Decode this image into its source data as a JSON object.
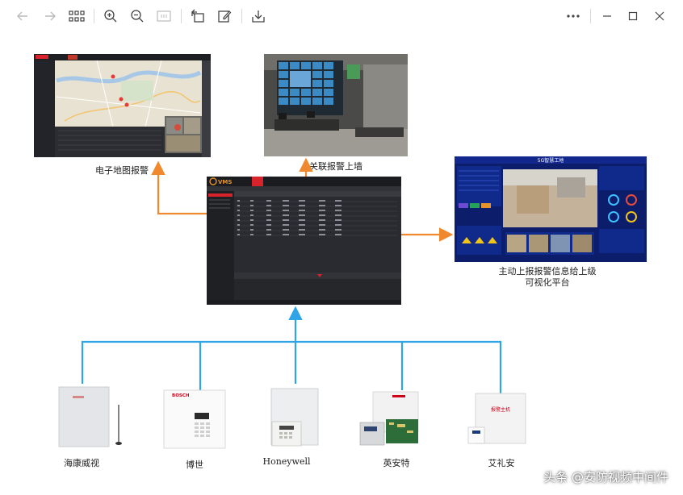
{
  "captions": {
    "map_alarm": "电子地图报警",
    "wall_alarm": "关联报警上墙",
    "report": "主动上报报警信息给上级",
    "report_line2": "可视化平台",
    "dev_hikvision": "海康威视",
    "dev_bosch": "博世",
    "dev_honeywell": "Honeywell",
    "dev_ademco": "英安特",
    "dev_aj": "艾礼安"
  },
  "brand": {
    "bosch": "BOSCH",
    "vms": "VMS",
    "fiveg": "5G智慧工地",
    "alarm_panel": "报警主机"
  },
  "watermark": "头条 @安防视频中间件",
  "colors": {
    "arrow_orange": "#F0892E",
    "line_blue": "#2FA4E7",
    "vms_red": "#D8232A",
    "dashboard_blue": "#0B1D6B"
  },
  "icons": [
    "back-arrow-icon",
    "forward-arrow-icon",
    "grid-view-icon",
    "zoom-in-icon",
    "zoom-out-icon",
    "fit-screen-icon",
    "rotate-icon",
    "edit-icon",
    "download-icon",
    "more-icon",
    "minimize-icon",
    "maximize-icon",
    "close-icon"
  ]
}
